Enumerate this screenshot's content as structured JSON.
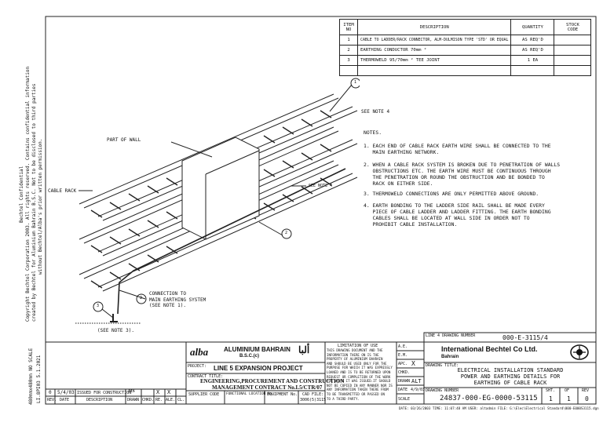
{
  "confidential": {
    "line1": "Bechtel Confidential",
    "line2": "Copyright Bechtel Corporation 2003. All rights reserved. Contains confidential information",
    "line3": "created by Bechtel for Aluminium Bahrain B.S.C. Not to be disclosed to third parties",
    "line4": "without Bechtel/Alba's prior written permission."
  },
  "left_margin": {
    "scale_text": "480mmx480mm    NO SCALE",
    "ref_text": "LI.8PI03 5.1.2021"
  },
  "bom": {
    "headers": {
      "item": "ITEM",
      "no": "NO",
      "description": "DESCRIPTION",
      "quantity": "QUANTITY",
      "stock": "STOCK",
      "code": "CODE"
    },
    "rows": [
      {
        "item": "1",
        "description": "CABLE TO LADDER/RACK CONNECTOR, ALM-DULMISON TYPE 'STD' OR EQUAL",
        "quantity": "AS REQ'D"
      },
      {
        "item": "2",
        "description": "EARTHING CONDUCTOR 70mm ²",
        "quantity": "AS REQ'D"
      },
      {
        "item": "3",
        "description": "THERMOWELD 95/70mm ² TEE JOINT",
        "quantity": "1 EA"
      }
    ]
  },
  "labels": {
    "see_note_4_top": "SEE NOTE 4",
    "see_note_4_mid": "SEE NOTE 4",
    "part_of_wall": "PART OF WALL",
    "cable_rack": "CABLE RACK",
    "connection_line1": "CONNECTION TO",
    "connection_line2": "MAIN EARTHING SYSTEM",
    "connection_line3": "(SEE NOTE 1).",
    "see_note_3": "(SEE NOTE 3).",
    "balloon1": "1",
    "balloon2a": "2",
    "balloon2b": "2",
    "balloon3": "3"
  },
  "notes": {
    "title": "NOTES.",
    "items": [
      "1. EACH END OF CABLE RACK EARTH WIRE SHALL BE CONNECTED TO THE\n   MAIN EARTHING NETWORK.",
      "2. WHEN A CABLE RACK SYSTEM IS BROKEN DUE TO PENETRATION OF WALLS\n   OBSTRUCTIONS ETC. THE EARTH WIRE MUST BE CONTINUOUS THROUGH\n   THE PENETRATION OR ROUND THE OBSTRUCTION AND BE BONDED TO\n   RACK ON EITHER SIDE.",
      "3. THERMOWELD CONNECTIONS ARE ONLY PERMITTED ABOVE GROUND.",
      "4. EARTH BONDING TO THE LADDER SIDE RAIL SHALL BE MADE EVERY\n   PIECE OF CABLE LADDER AND LADDER FITTING. THE EARTH BONDING\n   CABLES SHALL BE LOCATED AT WALL SIDE IN ORDER NOT TO\n   PROHIBIT CABLE INSTALLATION."
    ]
  },
  "title_block": {
    "ref_drawing_label": "LINE 4 DRAWING NUMBER",
    "ref_drawing_number": "000-E-3115/4",
    "alba_logo": "alba",
    "alba_name": "ALUMINIUM BAHRAIN",
    "alba_sub": "B.S.C.(c)",
    "arabic_logo": "ألبا",
    "project_label": "PROJECT:",
    "project_title": "LINE 5 EXPANSION PROJECT",
    "contract_label": "CONTRACT TITLE:",
    "contract_line1": "ENGINEERING,PROCUREMENT AND CONSTRUCTION",
    "contract_line2": "MANAGEMENT CONTRACT No.L5/CTR/07",
    "supplier_code": "SUPPLIER CODE",
    "functional_location": "FUNCTIONAL LOCATION No.",
    "equipment_no": "EQUIPMENT No.",
    "cad_file_label": "CAD FILE:",
    "cad_file": "3006(5)3115",
    "limitation_title": "LIMITATION OF USE",
    "limitation_text": "THIS DRAWING DOCUMENT AND THE\nINFORMATION THERE ON IS THE\nPROPERTY OF ALUMINIUM BAHRAIN\nAND SHOULD BE USED ONLY FOR THE\nPURPOSE FOR WHICH IT WAS EXPRESSLY\nLOANED AND IS TO BE RETURNED UPON\nREQUEST OR COMPLETION OF THE WORK\nFOR WHICH IT WAS ISSUED.IT SHOULD\nNOT BE COPIED IN ANY MANNER NOR IS\nANY INFORMATION TAKEN THERE FROM\nTO BE TRANSMITTED OR PASSED ON\nTO A THIRD PARTY.",
    "signoffs": [
      {
        "label": "A.E.",
        "value": ""
      },
      {
        "label": "E.M.",
        "value": ""
      },
      {
        "label": "APC.",
        "value": "X"
      },
      {
        "label": "CHKD.",
        "value": ""
      },
      {
        "label": "DRAWN",
        "value": "ALT"
      },
      {
        "label": "DATE",
        "value": "4/9/03"
      },
      {
        "label": "SCALE",
        "value": ""
      }
    ],
    "company": "International Bechtel Co Ltd.",
    "company_location": "Bahrain",
    "drawing_title_label": "DRAWING TITLE:",
    "drawing_title_line1": "ELECTRICAL INSTALLATION STANDARD",
    "drawing_title_line2": "POWER AND EARTHING DETAILS FOR",
    "drawing_title_line3": "EARTHING OF CABLE RACK",
    "drawing_number_label": "DRAWING NUMBER",
    "drawing_number": "24837-000-EG-0000-53115",
    "sht_label": "SHT.",
    "sht_value": "1",
    "of_label": "OF",
    "of_value": "1",
    "rev_label": "REV",
    "rev_value": "0",
    "footer": "DATE: 03/26/2003  TIME: 11:07:48 AM   USER: altadmin      FILE: G:\\Elec\\Electrical Standard\\000-E000S3115.dgn"
  },
  "revision_block": {
    "row": {
      "rev": "0",
      "date": "5/4/03",
      "description": "ISSUED FOR CONSTRUCTION",
      "drawn": "MS",
      "chkd": "",
      "re": "X",
      "ale": "X",
      "cl": ""
    },
    "headers": [
      "REV.",
      "DATE",
      "DESCRIPTION",
      "DRAWN",
      "CHKD.",
      "RE.",
      "ALE.",
      "CL."
    ]
  }
}
